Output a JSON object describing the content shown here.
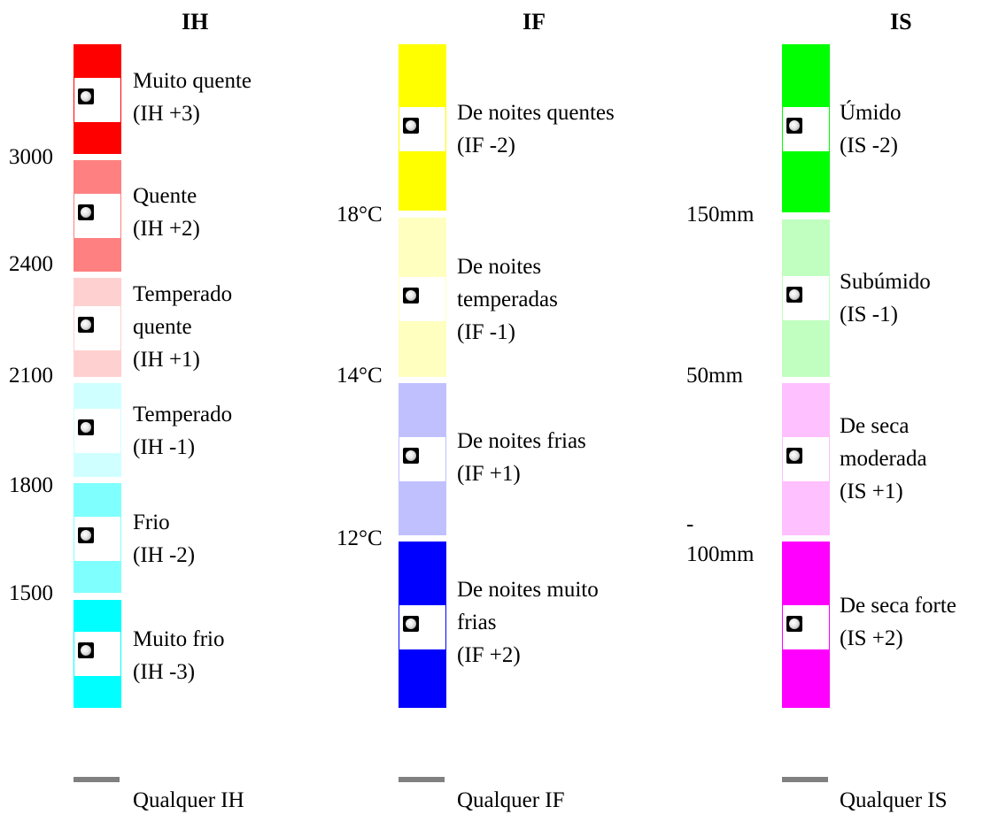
{
  "columns": [
    {
      "key": "ih",
      "header": "IH",
      "any_label": "Qualquer IH",
      "thresholds": [
        "3000",
        "2400",
        "2100",
        "1800",
        "1500"
      ],
      "classes": [
        {
          "label": [
            "Muito quente",
            "(IH +3)"
          ],
          "color": "#ff0000"
        },
        {
          "label": [
            "Quente",
            "(IH +2)"
          ],
          "color": "#ff8080"
        },
        {
          "label": [
            "Temperado",
            "quente",
            "(IH +1)"
          ],
          "color": "#ffd0d0"
        },
        {
          "label": [
            "Temperado",
            "(IH -1)"
          ],
          "color": "#d0ffff"
        },
        {
          "label": [
            "Frio",
            "(IH -2)"
          ],
          "color": "#80ffff"
        },
        {
          "label": [
            "Muito frio",
            "(IH -3)"
          ],
          "color": "#00ffff"
        }
      ]
    },
    {
      "key": "if",
      "header": "IF",
      "any_label": "Qualquer IF",
      "thresholds": [
        "18°C",
        "14°C",
        "12°C"
      ],
      "classes": [
        {
          "label": [
            "De noites quentes",
            "(IF -2)"
          ],
          "color": "#ffff00"
        },
        {
          "label": [
            "De noites",
            "temperadas",
            "(IF -1)"
          ],
          "color": "#ffffc0"
        },
        {
          "label": [
            "De noites frias",
            "(IF +1)"
          ],
          "color": "#c0c0ff"
        },
        {
          "label": [
            "De noites muito",
            "frias",
            "(IF +2)"
          ],
          "color": "#0000ff"
        }
      ]
    },
    {
      "key": "is",
      "header": "IS",
      "any_label": "Qualquer IS",
      "thresholds": [
        "150mm",
        "50mm",
        "-",
        "100mm"
      ],
      "classes": [
        {
          "label": [
            "Úmido",
            "(IS -2)"
          ],
          "color": "#00ff00"
        },
        {
          "label": [
            "Subúmido",
            "(IS -1)"
          ],
          "color": "#c0ffc0"
        },
        {
          "label": [
            "De seca",
            "moderada",
            "(IS +1)"
          ],
          "color": "#ffc0ff"
        },
        {
          "label": [
            "De seca forte",
            "(IS +2)"
          ],
          "color": "#ff00ff"
        }
      ]
    }
  ],
  "colors": {
    "selection_bar": "#808080"
  }
}
